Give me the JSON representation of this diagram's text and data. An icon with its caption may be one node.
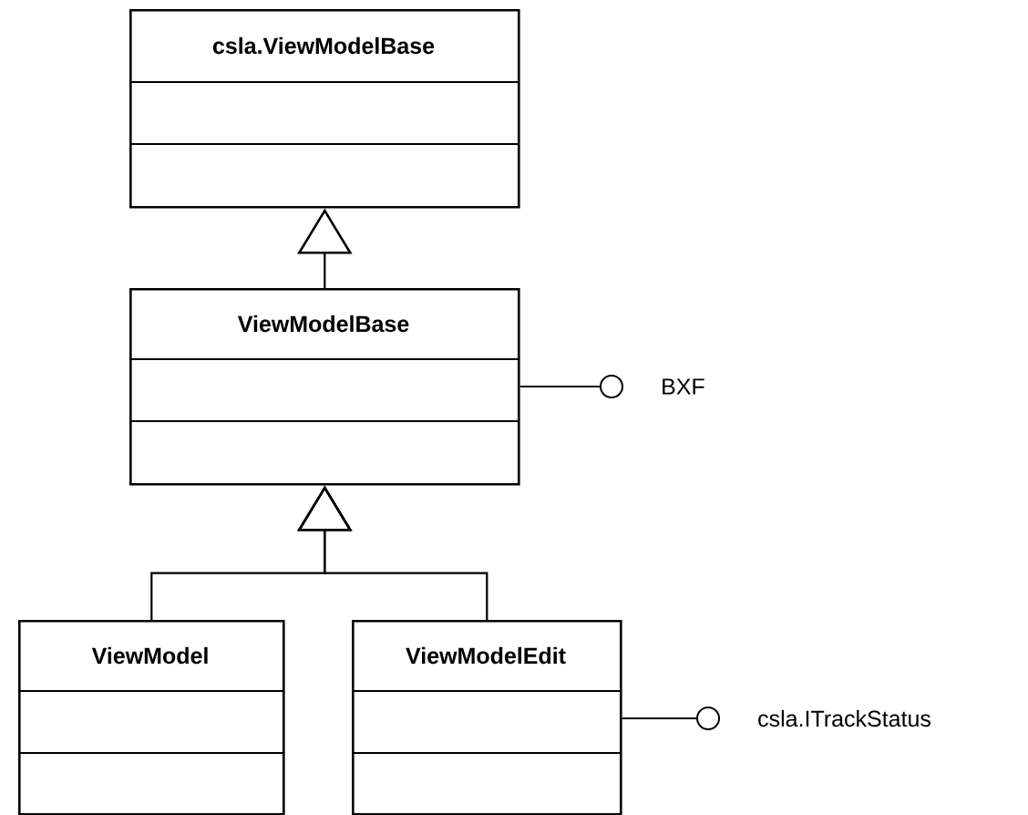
{
  "diagram": {
    "nodes": [
      {
        "text": [
          "csla.ViewModelBase"
        ]
      },
      {
        "text": [
          "ViewModelBase"
        ]
      },
      {
        "text": [
          "BXF"
        ]
      },
      {
        "text": [
          "ViewModel"
        ]
      },
      {
        "text": [
          "ViewModelEdit"
        ]
      },
      {
        "text": [
          "csla.ITrackStatus"
        ]
      }
    ],
    "edges": [
      {
        "from": 1,
        "to": 0,
        "arrow": "to"
      },
      {
        "from": 1,
        "to": 2,
        "arrow": "other"
      },
      {
        "from": 3,
        "to": 1,
        "arrow": "to"
      },
      {
        "from": 4,
        "to": 1,
        "arrow": "to"
      },
      {
        "from": 4,
        "to": 5,
        "arrow": "other"
      }
    ]
  }
}
